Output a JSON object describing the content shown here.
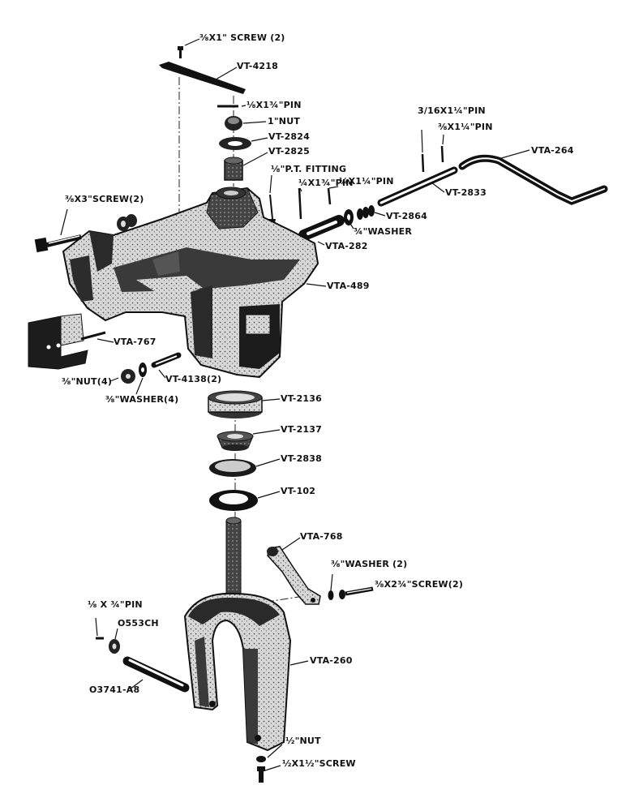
{
  "labels": {
    "screw_3_8x1_2": "⅜X1\" SCREW (2)",
    "vt_4218": "VT-4218",
    "pin_1_8x1_3_4": "⅛X1¾\"PIN",
    "nut_1": "1\"NUT",
    "vt_2824": "VT-2824",
    "vt_2825": "VT-2825",
    "pin_3_16x1_1_4": "3/16X1¼\"PIN",
    "pin_3_8x1_1_4": "⅜X1¼\"PIN",
    "vta_264": "VTA-264",
    "pt_fitting": "⅛\"P.T. FITTING",
    "pin_1_4x1_3_4": "¼X1¾\"PIN",
    "pin_1_4x1_1_4": "¼X1¼\"PIN",
    "vt_2833": "VT-2833",
    "screw_3_8x3_2": "⅜X3\"SCREW(2)",
    "vt_2864": "VT-2864",
    "washer_3_4": "¾\"WASHER",
    "vta_282": "VTA-282",
    "vta_489": "VTA-489",
    "vta_767": "VTA-767",
    "nut_3_8_4": "⅜\"NUT(4)",
    "washer_3_8_4": "⅜\"WASHER(4)",
    "vt_4138_2": "VT-4138(2)",
    "vt_2136": "VT-2136",
    "vt_2137": "VT-2137",
    "vt_2838": "VT-2838",
    "vt_102": "VT-102",
    "vta_768": "VTA-768",
    "washer_3_8_2": "⅜\"WASHER (2)",
    "screw_3_8x2_3_4_2": "⅜X2¾\"SCREW(2)",
    "pin_1_8x3_4": "⅛ X ¾\"PIN",
    "o553ch": "O553CH",
    "vta_260": "VTA-260",
    "o3741_a8": "O3741-A8",
    "nut_1_2": "½\"NUT",
    "screw_1_2x1_1_2": "½X1½\"SCREW"
  }
}
